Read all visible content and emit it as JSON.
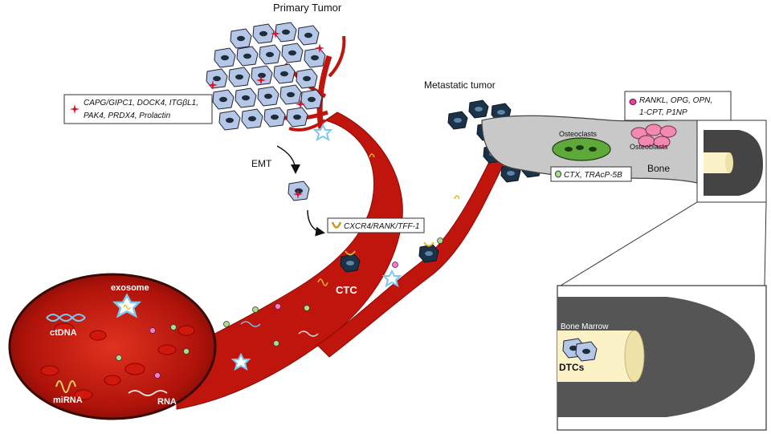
{
  "labels": {
    "primary_tumor": "Primary Tumor",
    "metastatic_tumor": "Metastatic tumor",
    "emt": "EMT",
    "ctc": "CTC",
    "exosome": "exosome",
    "ctdna": "ctDNA",
    "mirna": "miRNA",
    "rna": "RNA",
    "osteoclasts": "Osteoclasts",
    "osteoblasts": "Osteoblasts",
    "bone": "Bone",
    "bone_marrow": "Bone Marrow",
    "dtcs": "DTCs"
  },
  "boxes": {
    "tumor_markers": {
      "line1": "CAPG/GIPC1, DOCK4, ITGβL1,",
      "line2": "PAK4, PRDX4, Prolactin"
    },
    "ctc_markers": "CXCR4/RANK/TFF-1",
    "bone_formation_markers": {
      "line1": "RANKL, OPG, OPN,",
      "line2": "1-CPT, P1NP"
    },
    "bone_resorption_markers": "CTX, TRAcP-5B"
  },
  "colors": {
    "vessel": "#c0150d",
    "vessel_dark": "#8b0a05",
    "tumor_cell": "#b4c7e7",
    "nucleus": "#1f2d3a",
    "bone": "#c8c8c8",
    "marrow": "#fbf2c8",
    "osteoclast": "#5fa83a",
    "osteoblast": "#f08ab0"
  }
}
